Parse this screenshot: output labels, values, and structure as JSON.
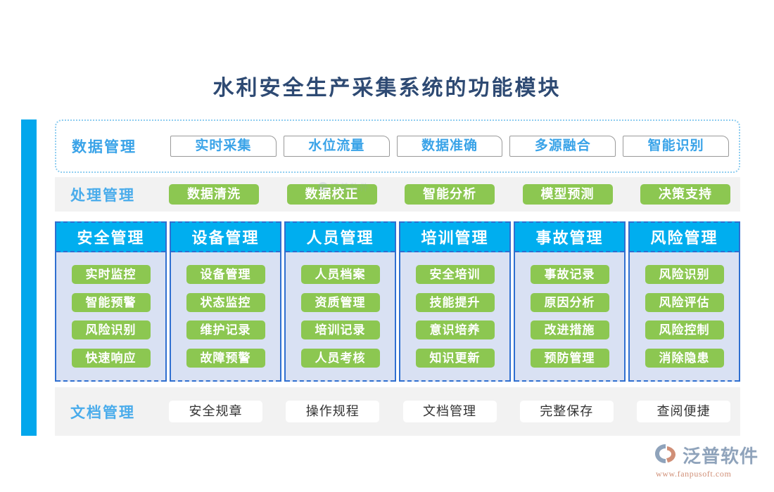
{
  "page": {
    "title": "水利安全生产采集系统的功能模块",
    "title_color": "#2e4a73",
    "accent_blue": "#03A7EC",
    "header_blue": "#00AEEF",
    "green": "#8CC751",
    "panel_lavender": "#D9E1F3",
    "panel_gray": "#F2F2F2"
  },
  "data_row": {
    "label": "数据管理",
    "items": [
      {
        "label": "实时采集"
      },
      {
        "label": "水位流量"
      },
      {
        "label": "数据准确"
      },
      {
        "label": "多源融合"
      },
      {
        "label": "智能识别"
      }
    ]
  },
  "process_row": {
    "label": "处理管理",
    "items": [
      {
        "label": "数据清洗"
      },
      {
        "label": "数据校正"
      },
      {
        "label": "智能分析"
      },
      {
        "label": "模型预测"
      },
      {
        "label": "决策支持"
      }
    ]
  },
  "grid": {
    "columns": [
      {
        "header": "安全管理",
        "items": [
          {
            "label": "实时监控"
          },
          {
            "label": "智能预警"
          },
          {
            "label": "风险识别"
          },
          {
            "label": "快速响应"
          }
        ]
      },
      {
        "header": "设备管理",
        "items": [
          {
            "label": "设备管理"
          },
          {
            "label": "状态监控"
          },
          {
            "label": "维护记录"
          },
          {
            "label": "故障预警"
          }
        ]
      },
      {
        "header": "人员管理",
        "items": [
          {
            "label": "人员档案"
          },
          {
            "label": "资质管理"
          },
          {
            "label": "培训记录"
          },
          {
            "label": "人员考核"
          }
        ]
      },
      {
        "header": "培训管理",
        "items": [
          {
            "label": "安全培训"
          },
          {
            "label": "技能提升"
          },
          {
            "label": "意识培养"
          },
          {
            "label": "知识更新"
          }
        ]
      },
      {
        "header": "事故管理",
        "items": [
          {
            "label": "事故记录"
          },
          {
            "label": "原因分析"
          },
          {
            "label": "改进措施"
          },
          {
            "label": "预防管理"
          }
        ]
      },
      {
        "header": "风险管理",
        "items": [
          {
            "label": "风险识别"
          },
          {
            "label": "风险评估"
          },
          {
            "label": "风险控制"
          },
          {
            "label": "消除隐患"
          }
        ]
      }
    ]
  },
  "doc_row": {
    "label": "文档管理",
    "items": [
      {
        "label": "安全规章"
      },
      {
        "label": "操作规程"
      },
      {
        "label": "文档管理"
      },
      {
        "label": "完整保存"
      },
      {
        "label": "查阅便捷"
      }
    ]
  },
  "watermark": {
    "name": "泛普软件",
    "url": "FANPUSOFT"
  },
  "brand": {
    "name": "泛普软件",
    "url": "www.fanpusoft.com",
    "name_color": "#8FA3BB",
    "url_color": "#D08F77"
  }
}
